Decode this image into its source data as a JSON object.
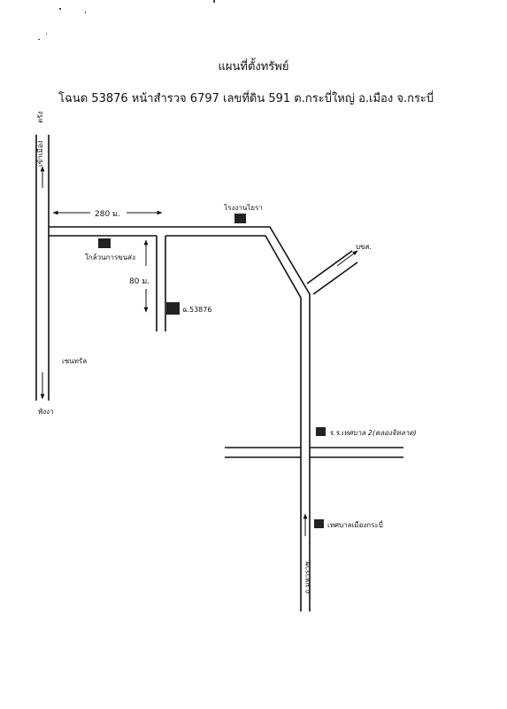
{
  "document": {
    "title": "แผนที่ตั้งทรัพย์",
    "parcel_line": "โฉนด 53876  หน้าสำรวจ 6797 เลขที่ดิน 591 ต.กระบี่ใหญ่ อ.เมือง จ.กระบี่"
  },
  "labels": {
    "trang": "ตรัง",
    "to_city": "เข้าเมือง",
    "phangnga": "พังงา",
    "bypass": "เซนทรัล",
    "dist_280": "280 ม.",
    "dist_80": "80 ม.",
    "sawmill": "โรงงานไยรา",
    "transport": "ใกล้วนการขนส่ง",
    "parcel": "ฉ.53876",
    "bus_terminal": "บขส.",
    "school": "ร.ร.เทศบาล 2(คลองจิหลาด)",
    "municipality": "เทศบาลเมืองกระบี่",
    "road_maharaj": "ถ.มหาราช"
  }
}
